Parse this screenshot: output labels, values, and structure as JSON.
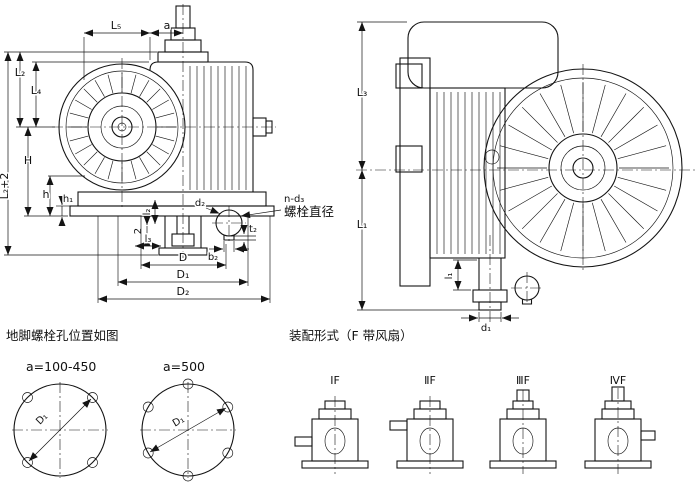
{
  "front_view": {
    "dims": {
      "L5": "L₅",
      "a": "a",
      "L2": "L₂",
      "L4": "L₄",
      "H": "H",
      "h": "h",
      "h1": "h₁",
      "L2plus2": "L₂+2",
      "l2": "l₂",
      "two": "2",
      "l3": "l₃",
      "d2": "d₂",
      "b2": "b₂",
      "t2": "t₂",
      "D": "D",
      "D1": "D₁",
      "D2": "D₂"
    },
    "bolt_note_line1": "n-d₃",
    "bolt_note_line2": "螺栓直径"
  },
  "side_view": {
    "dims": {
      "L3": "L₃",
      "L1": "L₁",
      "l1": "l₁",
      "d1": "d₁"
    }
  },
  "anchor_holes": {
    "title": "地脚螺栓孔位置如图",
    "pattern_small": {
      "label": "a=100-450",
      "dim": "D₁"
    },
    "pattern_large": {
      "label": "a=500",
      "dim": "D₁"
    }
  },
  "assembly": {
    "title": "装配形式（F 带风扇）",
    "forms": [
      {
        "label": "ⅠF"
      },
      {
        "label": "ⅡF"
      },
      {
        "label": "ⅢF"
      },
      {
        "label": "ⅣF"
      }
    ]
  }
}
